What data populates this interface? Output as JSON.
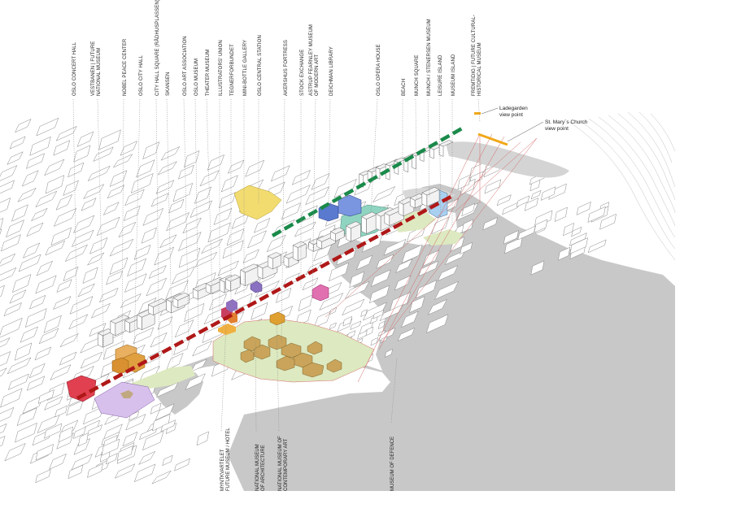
{
  "labels_top": [
    {
      "id": "oslo-concert-hall",
      "lines": [
        "OSLO CONCERT HALL"
      ]
    },
    {
      "id": "vestbanen",
      "lines": [
        "VESTBANEN | FUTURE",
        "NATIONAL MUSEUM"
      ]
    },
    {
      "id": "nobel-peace-center",
      "lines": [
        "NOBEL PEACE CENTER"
      ]
    },
    {
      "id": "oslo-city-hall",
      "lines": [
        "OSLO CITY HALL"
      ]
    },
    {
      "id": "city-hall-square",
      "lines": [
        "CITY HALL SQUARE (RÅDHUSPLASSEN)"
      ]
    },
    {
      "id": "skansen",
      "lines": [
        "SKANSEN"
      ]
    },
    {
      "id": "oslo-art-association",
      "lines": [
        "OSLO ART ASSOCIATION"
      ]
    },
    {
      "id": "oslo-museum",
      "lines": [
        "OSLO MUSEUM"
      ]
    },
    {
      "id": "theater-museum",
      "lines": [
        "THEATER MUSEUM"
      ]
    },
    {
      "id": "illustrators-union",
      "lines": [
        "ILLUSTRATORS' UNION"
      ]
    },
    {
      "id": "tegnerforbundet",
      "lines": [
        "TEGNERFORBUNDET"
      ]
    },
    {
      "id": "mini-bottle-gallery",
      "lines": [
        "MINI-BOTTLE GALLERY"
      ]
    },
    {
      "id": "oslo-central-station",
      "lines": [
        "OSLO CENTRAL STATION"
      ]
    },
    {
      "id": "akershus-fortress",
      "lines": [
        "AKERSHUS FORTRESS"
      ]
    },
    {
      "id": "stock-exchange",
      "lines": [
        "STOCK EXCHANGE"
      ]
    },
    {
      "id": "astrup-fearnley",
      "lines": [
        "ASTRUP FEARNLEY MUSEUM",
        "OF MODERN ART"
      ]
    },
    {
      "id": "deichman-library",
      "lines": [
        "DEICHMAN LIBRARY"
      ]
    },
    {
      "id": "oslo-opera-house",
      "lines": [
        "OSLO OPERA HOUSE"
      ]
    },
    {
      "id": "beach",
      "lines": [
        "BEACH"
      ]
    },
    {
      "id": "munch-square",
      "lines": [
        "MUNCH SQUARE"
      ]
    },
    {
      "id": "munch-stenersen",
      "lines": [
        "MUNCH / STENERSEN MUSEUM"
      ]
    },
    {
      "id": "leisure-island",
      "lines": [
        "LEISURE ISLAND"
      ]
    },
    {
      "id": "museum-island",
      "lines": [
        "MUSEUM ISLAND"
      ]
    },
    {
      "id": "fremtidig",
      "lines": [
        "FREMTIDIG | FUTURE CULTURAL-",
        "HISTORICAL MUSEUM"
      ]
    }
  ],
  "labels_bottom": [
    {
      "id": "myntkvartelet",
      "lines": [
        "MYNTKVARTELET",
        "FUTURE MUSEUM / HOTEL"
      ]
    },
    {
      "id": "national-museum-architecture",
      "lines": [
        "NATIONAL MUSEUM",
        "OF ARCHITECTURE"
      ]
    },
    {
      "id": "national-museum-contemporary",
      "lines": [
        "NATIONAL MUSEUM OF",
        "CONTEMPORARY ART"
      ]
    },
    {
      "id": "museum-of-defence",
      "lines": [
        "MUSEUM OF DEFENCE"
      ]
    }
  ],
  "viewpoints": [
    {
      "id": "ladegarden",
      "lines": [
        "Ladegarden",
        "view point"
      ]
    },
    {
      "id": "st-marys",
      "lines": [
        "St. Mary´s Church",
        "view point"
      ]
    }
  ],
  "colors": {
    "water": "#c8c8c8",
    "red_route": "#b01818",
    "green_route": "#1a8a4a",
    "park": "#dde9c0",
    "fortress": "#c9a45a",
    "orange": "#e0a030",
    "pink": "#e070b0",
    "purple": "#c8a8e0",
    "blue": "#5a7ad0",
    "teal": "#8fd4c0",
    "yellow": "#f2dc70",
    "red_hall": "#e04050"
  }
}
